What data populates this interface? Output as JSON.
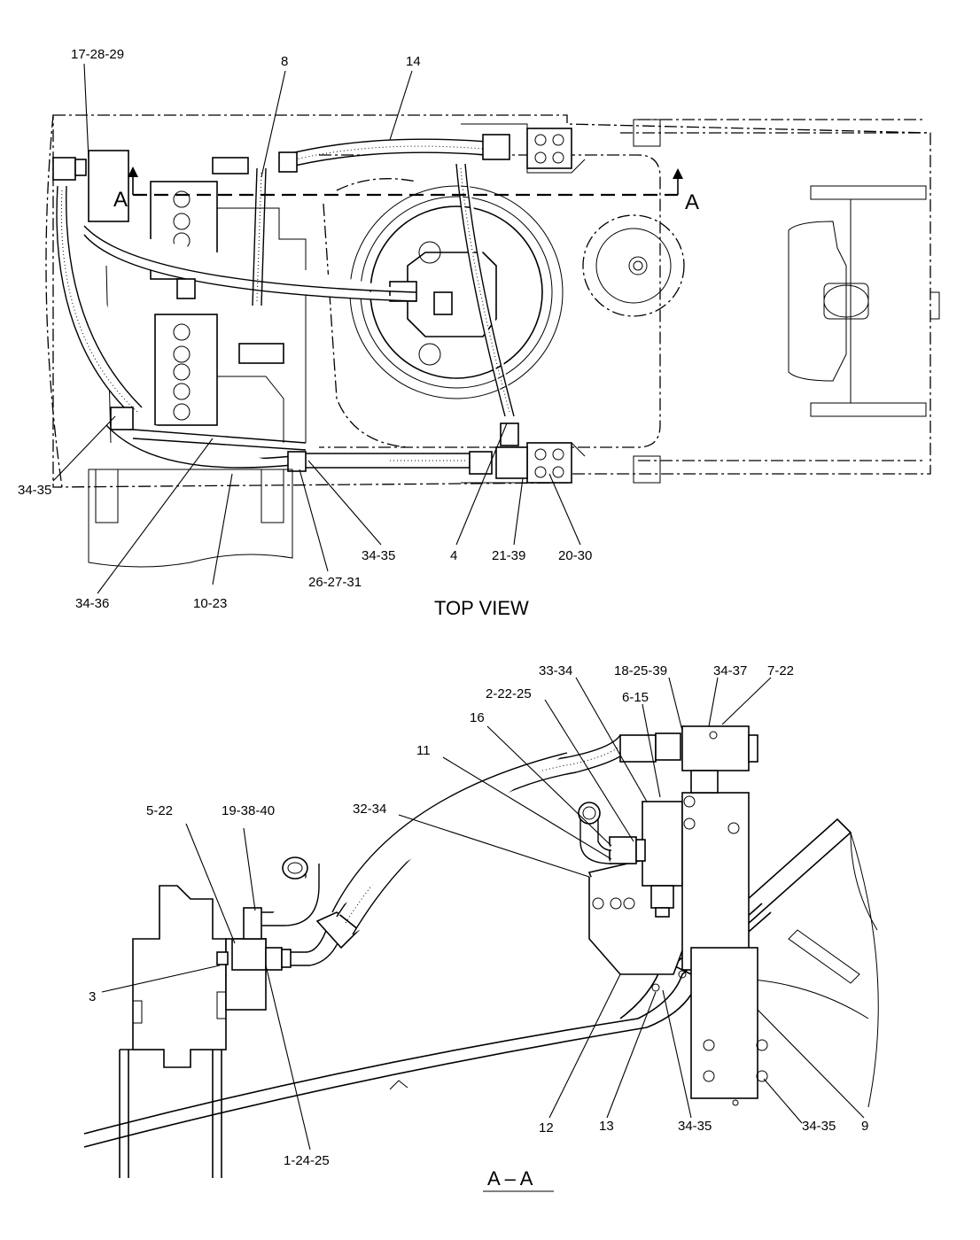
{
  "top_view": {
    "title": "TOP VIEW",
    "section_marker": "A",
    "callouts": [
      "17-28-29",
      "8",
      "14",
      "34-35",
      "34-36",
      "10-23",
      "26-27-31",
      "34-35",
      "4",
      "21-39",
      "20-30"
    ]
  },
  "section_view": {
    "title": "A – A",
    "callouts": [
      "5-22",
      "19-38-40",
      "3",
      "1-24-25",
      "32-34",
      "11",
      "16",
      "2-22-25",
      "33-34",
      "18-25-39",
      "6-15",
      "34-37",
      "7-22",
      "12",
      "13",
      "34-35",
      "34-35",
      "9"
    ]
  }
}
